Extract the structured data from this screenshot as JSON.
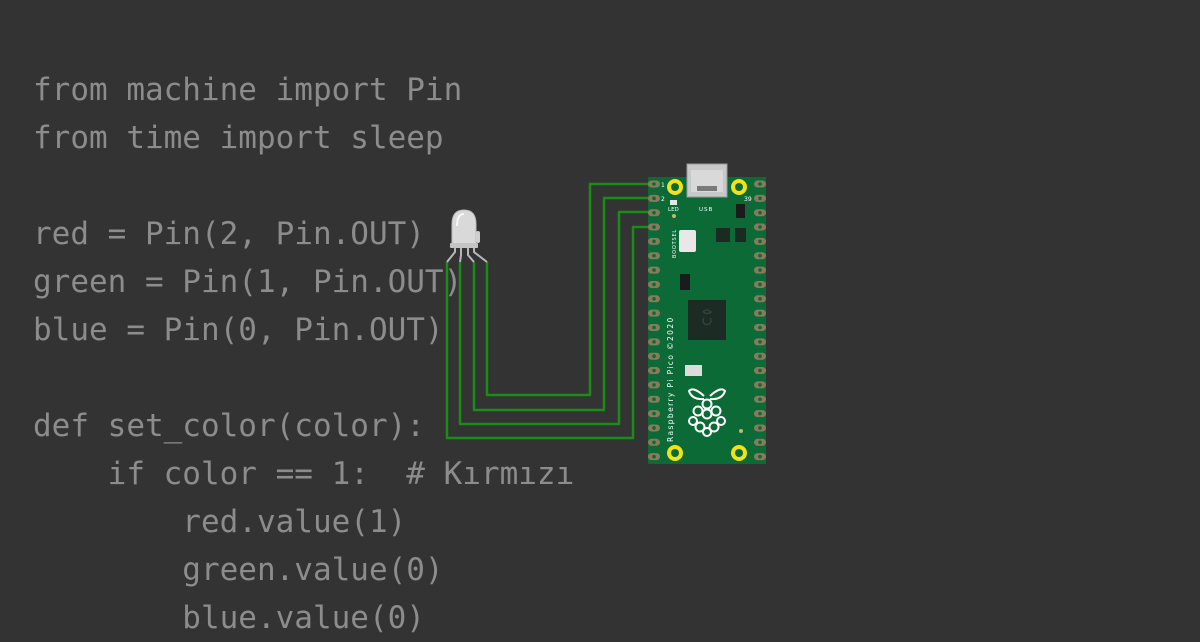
{
  "code_lines": [
    "from machine import Pin",
    "from time import sleep",
    "",
    "red = Pin(2, Pin.OUT)",
    "green = Pin(1, Pin.OUT)",
    "blue = Pin(0, Pin.OUT)",
    "",
    "def set_color(color):",
    "    if color == 1:  # Kırmızı",
    "        red.value(1)",
    "        green.value(0)",
    "        blue.value(0)"
  ],
  "board": {
    "name": "Raspberry Pi Pico ©2020",
    "label_led": "LED",
    "label_usb": "USB",
    "label_bootsel": "BOOTSEL",
    "pin_1": "1",
    "pin_2": "2",
    "pin_39": "39"
  },
  "colors": {
    "background": "#333333",
    "code_text": "#8c8c8c",
    "board_green": "#0b6a36",
    "wire": "#1a8c1a",
    "pad": "#f2e219",
    "header_pin": "#8a7a5c"
  },
  "icons": {
    "logo": "raspberry-pi-logo-icon",
    "led": "rgb-led-icon"
  }
}
